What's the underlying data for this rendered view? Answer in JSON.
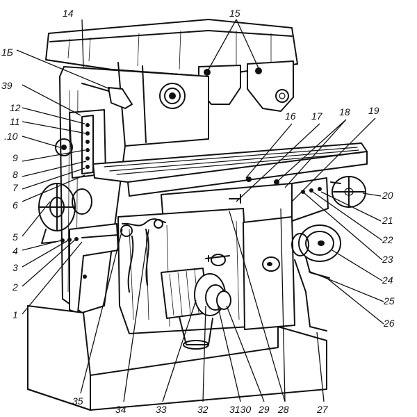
{
  "labels": [
    {
      "id": "14",
      "text": "14"
    },
    {
      "id": "15",
      "text": "15"
    },
    {
      "id": "1b",
      "text": "1Б"
    },
    {
      "id": "39",
      "text": "39"
    },
    {
      "id": "12",
      "text": "12"
    },
    {
      "id": "11",
      "text": "11"
    },
    {
      "id": "10",
      "text": ".10"
    },
    {
      "id": "9",
      "text": "9"
    },
    {
      "id": "8",
      "text": "8"
    },
    {
      "id": "7",
      "text": "7"
    },
    {
      "id": "6",
      "text": "6"
    },
    {
      "id": "5",
      "text": "5"
    },
    {
      "id": "4",
      "text": "4"
    },
    {
      "id": "3",
      "text": "3"
    },
    {
      "id": "2",
      "text": "2"
    },
    {
      "id": "1",
      "text": "1"
    },
    {
      "id": "16",
      "text": "16"
    },
    {
      "id": "17",
      "text": "17"
    },
    {
      "id": "18",
      "text": "18"
    },
    {
      "id": "19",
      "text": "19"
    },
    {
      "id": "20",
      "text": "20"
    },
    {
      "id": "21",
      "text": "21"
    },
    {
      "id": "22",
      "text": "22"
    },
    {
      "id": "23",
      "text": "23"
    },
    {
      "id": "24",
      "text": "24"
    },
    {
      "id": "25",
      "text": "25"
    },
    {
      "id": "26",
      "text": "26"
    },
    {
      "id": "27",
      "text": "27"
    },
    {
      "id": "28",
      "text": "28"
    },
    {
      "id": "29",
      "text": "29"
    },
    {
      "id": "3130",
      "text": "3130"
    },
    {
      "id": "32",
      "text": "32"
    },
    {
      "id": "33",
      "text": "33"
    },
    {
      "id": "34",
      "text": "34"
    },
    {
      "id": "35",
      "text": "35"
    }
  ]
}
